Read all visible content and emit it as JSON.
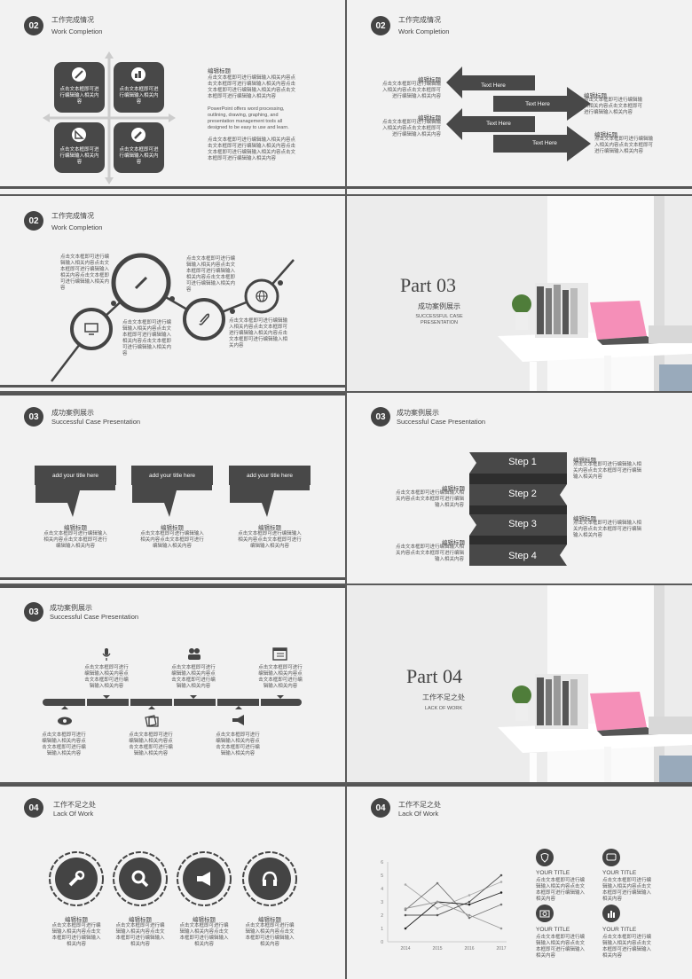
{
  "colors": {
    "dark": "#444444",
    "bg": "#f2f2f2",
    "pink": "#f58fb8"
  },
  "s1": {
    "num": "02",
    "cn": "工作完成情况",
    "en": "Work Completion",
    "boxes": [
      "点击文本框即可进行编辑输入相关内容",
      "点击文本框即可进行编辑输入相关内容",
      "点击文本框即可进行编辑输入相关内容",
      "点击文本框即可进行编辑输入相关内容"
    ],
    "box_icons": [
      "pencil-icon",
      "chart-icon",
      "ruler-icon",
      "pen-icon"
    ],
    "edit": "编辑标题",
    "p1": "点击文本框即可进行编辑输入相关内容点击文本框即可进行编辑输入相关内容点击文本框即可进行编辑输入相关内容点击文本框即可进行编辑输入相关内容",
    "p2": "PowerPoint offers word processing, outlining, drawing, graphing, and presentation management tools all designed to be easy to use and learn.",
    "p3": "点击文本框即可进行编辑输入相关内容点击文本框即可进行编辑输入相关内容点击文本框即可进行编辑输入相关内容点击文本框即可进行编辑输入相关内容"
  },
  "s2": {
    "num": "02",
    "cn": "工作完成情况",
    "en": "Work Completion",
    "arrows": [
      "Text  Here",
      "Text  Here",
      "Text  Here",
      "Text  Here"
    ],
    "items": [
      {
        "title": "编辑标题",
        "text": "点击文本框即可进行编辑输入相关内容点击文本框即可进行编辑输入相关内容"
      },
      {
        "title": "编辑标题",
        "text": "点击文本框即可进行编辑输入相关内容点击文本框即可进行编辑输入相关内容"
      },
      {
        "title": "编辑标题",
        "text": "点击文本框即可进行编辑输入相关内容点击文本框即可进行编辑输入相关内容"
      },
      {
        "title": "编辑标题",
        "text": "点击文本框即可进行编辑输入相关内容点击文本框即可进行编辑输入相关内容"
      }
    ]
  },
  "s3": {
    "num": "02",
    "cn": "工作完成情况",
    "en": "Work Completion",
    "texts": [
      "点击文本框即可进行编辑输入相关内容点击文本框即可进行编辑输入相关内容点击文本框即可进行编辑输入相关内容",
      "点击文本框即可进行编辑输入相关内容点击文本框即可进行编辑输入相关内容点击文本框即可进行编辑输入相关内容",
      "点击文本框即可进行编辑输入相关内容点击文本框即可进行编辑输入相关内容点击文本框即可进行编辑输入相关内容",
      "点击文本框即可进行编辑输入相关内容点击文本框即可进行编辑输入相关内容点击文本框即可进行编辑输入相关内容"
    ]
  },
  "s4": {
    "part": "Part 03",
    "cn": "成功案例展示",
    "en1": "SUCCESSFUL CASE",
    "en2": "PRESENTATION"
  },
  "s5": {
    "num": "03",
    "cn": "成功案例展示",
    "en": "Successful Case Presentation",
    "ribbons": [
      "add your title here",
      "add your title here",
      "add your title here"
    ],
    "items": [
      {
        "title": "编辑标题",
        "text": "点击文本框即可进行编辑输入相关内容点击文本框即可进行编辑输入相关内容"
      },
      {
        "title": "编辑标题",
        "text": "点击文本框即可进行编辑输入相关内容点击文本框即可进行编辑输入相关内容"
      },
      {
        "title": "编辑标题",
        "text": "点击文本框即可进行编辑输入相关内容点击文本框即可进行编辑输入相关内容"
      }
    ]
  },
  "s6": {
    "num": "03",
    "cn": "成功案例展示",
    "en": "Successful Case Presentation",
    "steps": [
      "Step 1",
      "Step 2",
      "Step 3",
      "Step 4"
    ],
    "items": [
      {
        "title": "编辑标题",
        "text": "点击文本框即可进行编辑输入相关内容点击文本框即可进行编辑输入相关内容"
      },
      {
        "title": "编辑标题",
        "text": "点击文本框即可进行编辑输入相关内容点击文本框即可进行编辑输入相关内容"
      },
      {
        "title": "编辑标题",
        "text": "点击文本框即可进行编辑输入相关内容点击文本框即可进行编辑输入相关内容"
      },
      {
        "title": "编辑标题",
        "text": "点击文本框即可进行编辑输入相关内容点击文本框即可进行编辑输入相关内容"
      }
    ]
  },
  "s7": {
    "num": "03",
    "cn": "成功案例展示",
    "en": "Successful Case Presentation",
    "top": [
      "点击文本框即可进行编辑输入相关内容点击文本框即可进行编辑输入相关内容",
      "点击文本框即可进行编辑输入相关内容点击文本框即可进行编辑输入相关内容",
      "点击文本框即可进行编辑输入相关内容点击文本框即可进行编辑输入相关内容"
    ],
    "bottom": [
      "点击文本框即可进行编辑输入相关内容点击文本框即可进行编辑输入相关内容",
      "点击文本框即可进行编辑输入相关内容点击文本框即可进行编辑输入相关内容",
      "点击文本框即可进行编辑输入相关内容点击文本框即可进行编辑输入相关内容"
    ]
  },
  "s8": {
    "part": "Part 04",
    "cn": "工作不足之处",
    "en": "LACK OF WORK"
  },
  "s9": {
    "num": "04",
    "cn": "工作不足之处",
    "en": "Lack Of Work",
    "icons": [
      "wrench-icon",
      "magnifier-icon",
      "megaphone-icon",
      "headphones-icon"
    ],
    "items": [
      {
        "title": "编辑标题",
        "text": "点击文本框即可进行编辑输入相关内容点击文本框即可进行编辑输入相关内容"
      },
      {
        "title": "编辑标题",
        "text": "点击文本框即可进行编辑输入相关内容点击文本框即可进行编辑输入相关内容"
      },
      {
        "title": "编辑标题",
        "text": "点击文本框即可进行编辑输入相关内容点击文本框即可进行编辑输入相关内容"
      },
      {
        "title": "编辑标题",
        "text": "点击文本框即可进行编辑输入相关内容点击文本框即可进行编辑输入相关内容"
      }
    ]
  },
  "s10": {
    "num": "04",
    "cn": "工作不足之处",
    "en": "Lack Of Work",
    "items": [
      {
        "title": "YOUR TITLE",
        "text": "点击文本框即可进行编辑输入相关内容点击文本框即可进行编辑输入相关内容",
        "icon": "shield-icon"
      },
      {
        "title": "YOUR TITLE",
        "text": "点击文本框即可进行编辑输入相关内容点击文本框即可进行编辑输入相关内容",
        "icon": "chat-icon"
      },
      {
        "title": "YOUR TITLE",
        "text": "点击文本框即可进行编辑输入相关内容点击文本框即可进行编辑输入相关内容",
        "icon": "camera-icon"
      },
      {
        "title": "YOUR TITLE",
        "text": "点击文本框即可进行编辑输入相关内容点击文本框即可进行编辑输入相关内容",
        "icon": "bar-chart-icon"
      }
    ]
  },
  "chart_data": {
    "type": "line",
    "x": [
      "2014",
      "2015",
      "2016",
      "2017"
    ],
    "ylim": [
      0,
      6
    ],
    "yticks": [
      "0",
      "1",
      "2",
      "3",
      "4",
      "5",
      "6"
    ],
    "series": [
      {
        "values": [
          4.3,
          2.5,
          3.5,
          4.5
        ],
        "color": "#aaaaaa"
      },
      {
        "values": [
          2.4,
          4.4,
          1.8,
          2.8
        ],
        "color": "#777777"
      },
      {
        "values": [
          2.0,
          2.0,
          3.0,
          5.0
        ],
        "color": "#555555"
      },
      {
        "values": [
          1.0,
          3.0,
          2.8,
          3.7
        ],
        "color": "#222222"
      },
      {
        "values": [
          2.5,
          3.0,
          2.0,
          1.0
        ],
        "color": "#999999"
      }
    ]
  }
}
